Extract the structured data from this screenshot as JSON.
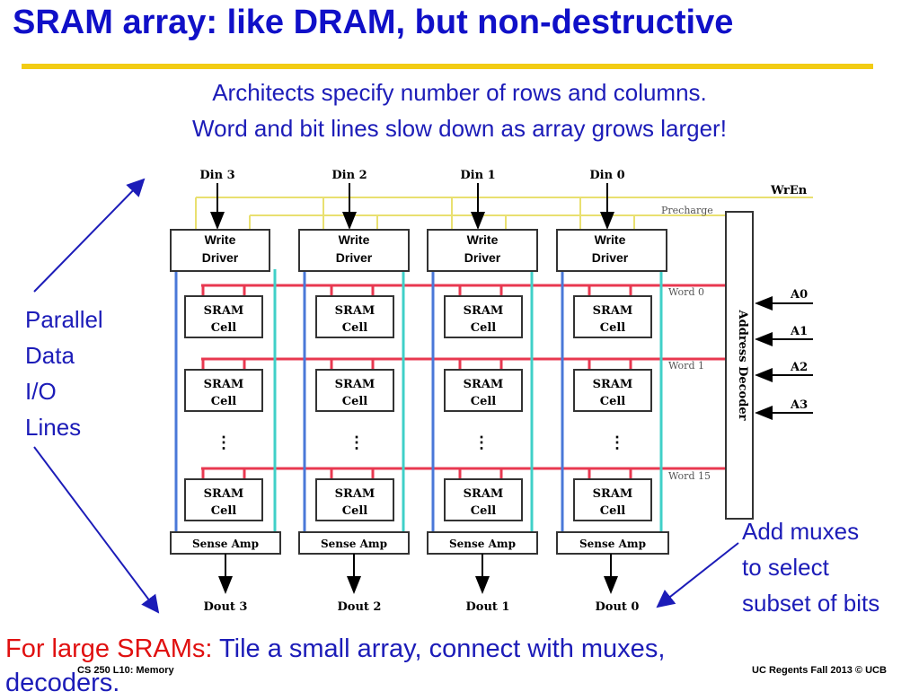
{
  "title": "SRAM array: like DRAM, but non-destructive",
  "subtitle_line1": "Architects specify number of rows and columns.",
  "subtitle_line2": "Word and bit lines slow down as array grows larger!",
  "side_label": [
    "Parallel",
    "Data",
    "I/O",
    "Lines"
  ],
  "mux_note": [
    "Add muxes",
    "to select",
    "subset of bits"
  ],
  "bottom_red": "For large SRAMs:",
  "bottom_blue": " Tile a small array, connect with muxes,",
  "bottom_line2": "decoders.",
  "footer_left": "CS 250  L10: Memory",
  "footer_right": "UC Regents Fall 2013 © UCB",
  "diagram": {
    "din": [
      "Din 3",
      "Din 2",
      "Din 1",
      "Din 0"
    ],
    "dout": [
      "Dout 3",
      "Dout 2",
      "Dout 1",
      "Dout 0"
    ],
    "write_driver": [
      "Write",
      "Driver"
    ],
    "cell": [
      "SRAM",
      "Cell"
    ],
    "sense_amp": "Sense Amp",
    "wren": "WrEn",
    "precharge": "Precharge",
    "words": [
      "Word 0",
      "Word 1",
      "Word 15"
    ],
    "address_decoder": "Address Decoder",
    "addr": [
      "A0",
      "A1",
      "A2",
      "A3"
    ],
    "ellipsis": "⋮",
    "colors": {
      "yellow": "#e9e070",
      "red": "#e83850",
      "blue": "#4a78d8",
      "cyan": "#40d0c8",
      "text_blue": "#1c1cb8"
    }
  }
}
